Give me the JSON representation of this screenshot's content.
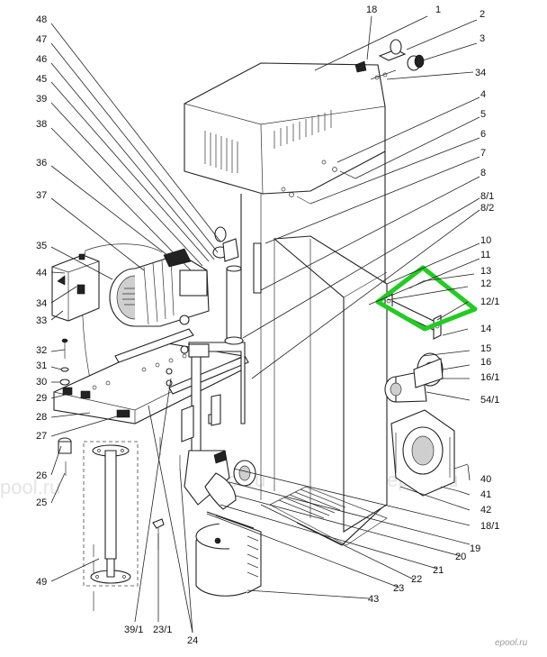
{
  "labels": {
    "top": [
      "18",
      "1",
      "2",
      "3",
      "34"
    ],
    "right": [
      "4",
      "5",
      "6",
      "7",
      "8",
      "8/1",
      "8/2",
      "10",
      "11",
      "13",
      "12",
      "12/1",
      "14",
      "15",
      "16",
      "16/1",
      "54/1",
      "40",
      "41",
      "42",
      "18/1",
      "19",
      "20",
      "21",
      "22",
      "23",
      "43"
    ],
    "left": [
      "48",
      "47",
      "46",
      "45",
      "39",
      "38",
      "36",
      "37",
      "35",
      "44",
      "34",
      "33",
      "32",
      "31",
      "30",
      "29",
      "28",
      "27",
      "26",
      "25",
      "49"
    ],
    "bottom": [
      "39/1",
      "23/1",
      "24"
    ]
  },
  "watermarks": [
    "pool.ru",
    "pool.ru",
    "epool.ru",
    "epool.ru"
  ],
  "brand": "epool.ru",
  "highlight_color": "#22cc22"
}
